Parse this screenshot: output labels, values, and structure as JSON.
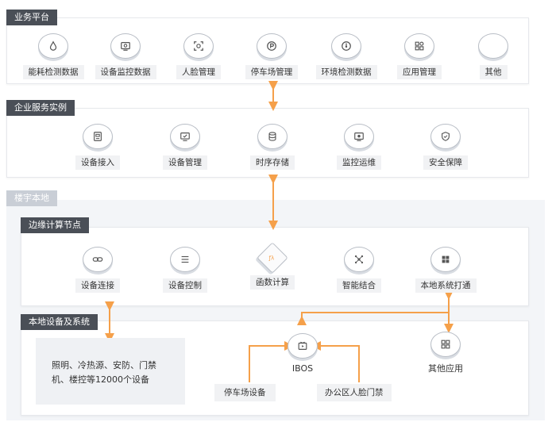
{
  "colors": {
    "accent": "#f5a04a",
    "tag_dark": "#4a4f57",
    "tag_light": "#c9ced6",
    "label_bg": "#f1f2f4"
  },
  "business_platform": {
    "title": "业务平台",
    "items": [
      {
        "label": "能耗检测数据",
        "icon": "drop-icon"
      },
      {
        "label": "设备监控数据",
        "icon": "monitor-icon"
      },
      {
        "label": "人脸管理",
        "icon": "face-scan-icon"
      },
      {
        "label": "停车场管理",
        "icon": "parking-icon"
      },
      {
        "label": "环境检测数据",
        "icon": "gauge-icon"
      },
      {
        "label": "应用管理",
        "icon": "apps-grid-icon"
      },
      {
        "label": "其他",
        "icon": "blank-icon"
      }
    ]
  },
  "enterprise_services": {
    "title": "企业服务实例",
    "items": [
      {
        "label": "设备接入",
        "icon": "device-access-icon"
      },
      {
        "label": "设备管理",
        "icon": "device-manage-icon"
      },
      {
        "label": "时序存储",
        "icon": "storage-icon"
      },
      {
        "label": "监控运维",
        "icon": "monitor-ops-icon"
      },
      {
        "label": "安全保障",
        "icon": "shield-icon"
      }
    ]
  },
  "building_local": {
    "title": "楼宇本地"
  },
  "edge_node": {
    "title": "边缘计算节点",
    "items": [
      {
        "label": "设备连接",
        "icon": "link-icon"
      },
      {
        "label": "设备控制",
        "icon": "control-list-icon"
      },
      {
        "label": "函数计算",
        "icon": "function-icon"
      },
      {
        "label": "智能结合",
        "icon": "network-icon"
      },
      {
        "label": "本地系统打通",
        "icon": "windows-icon"
      }
    ]
  },
  "local_devices": {
    "title": "本地设备及系统",
    "description_line1": "照明、冷热源、安防、门禁",
    "description_line2": "机、楼控等12000个设备",
    "ibos": {
      "label": "IBOS",
      "icon": "ibos-icon"
    },
    "other_apps": {
      "label": "其他应用",
      "icon": "apps-grid-icon"
    },
    "parking_device": "停车场设备",
    "office_face_gate": "办公区人脸门禁"
  }
}
